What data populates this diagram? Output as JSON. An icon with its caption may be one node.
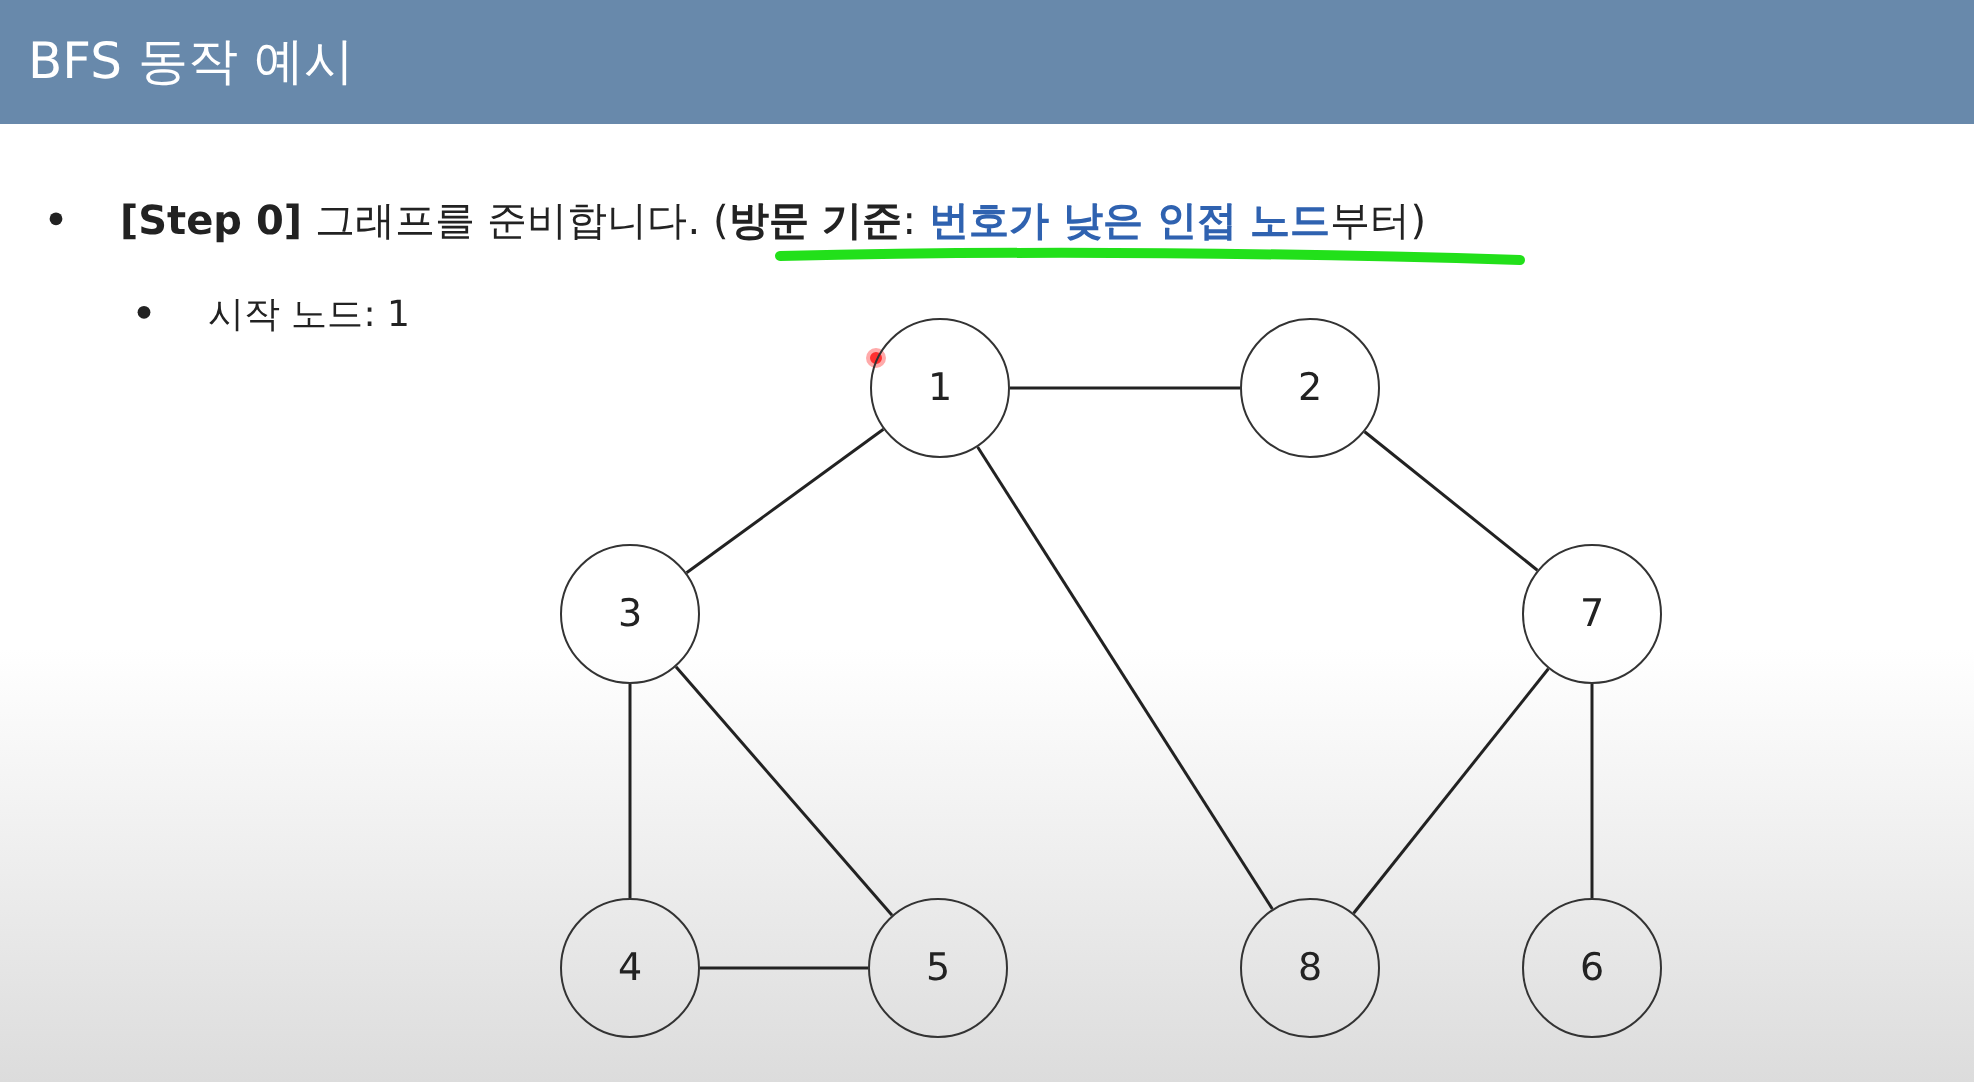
{
  "diagram": {
    "title": "BFS 동작 예시",
    "nodes": [
      {
        "text": [
          "1"
        ]
      },
      {
        "text": [
          "2"
        ]
      },
      {
        "text": [
          "3"
        ]
      },
      {
        "text": [
          "7"
        ]
      },
      {
        "text": [
          "4"
        ]
      },
      {
        "text": [
          "5"
        ]
      },
      {
        "text": [
          "8"
        ]
      },
      {
        "text": [
          "6"
        ]
      }
    ],
    "edges": [
      {
        "from": 0,
        "to": 1,
        "arrow": "none"
      },
      {
        "from": 0,
        "to": 2,
        "arrow": "none"
      },
      {
        "from": 0,
        "to": 6,
        "arrow": "none"
      },
      {
        "from": 1,
        "to": 3,
        "arrow": "none"
      },
      {
        "from": 2,
        "to": 4,
        "arrow": "none"
      },
      {
        "from": 2,
        "to": 5,
        "arrow": "none"
      },
      {
        "from": 4,
        "to": 5,
        "arrow": "none"
      },
      {
        "from": 3,
        "to": 6,
        "arrow": "none"
      },
      {
        "from": 3,
        "to": 7,
        "arrow": "none"
      }
    ],
    "labels": [
      "**[Step 0]** 그래프를 준비합니다. (**방문 기준**: **번호가 낮은 인접 노드**부터)",
      "시작 노드: 1"
    ]
  }
}
